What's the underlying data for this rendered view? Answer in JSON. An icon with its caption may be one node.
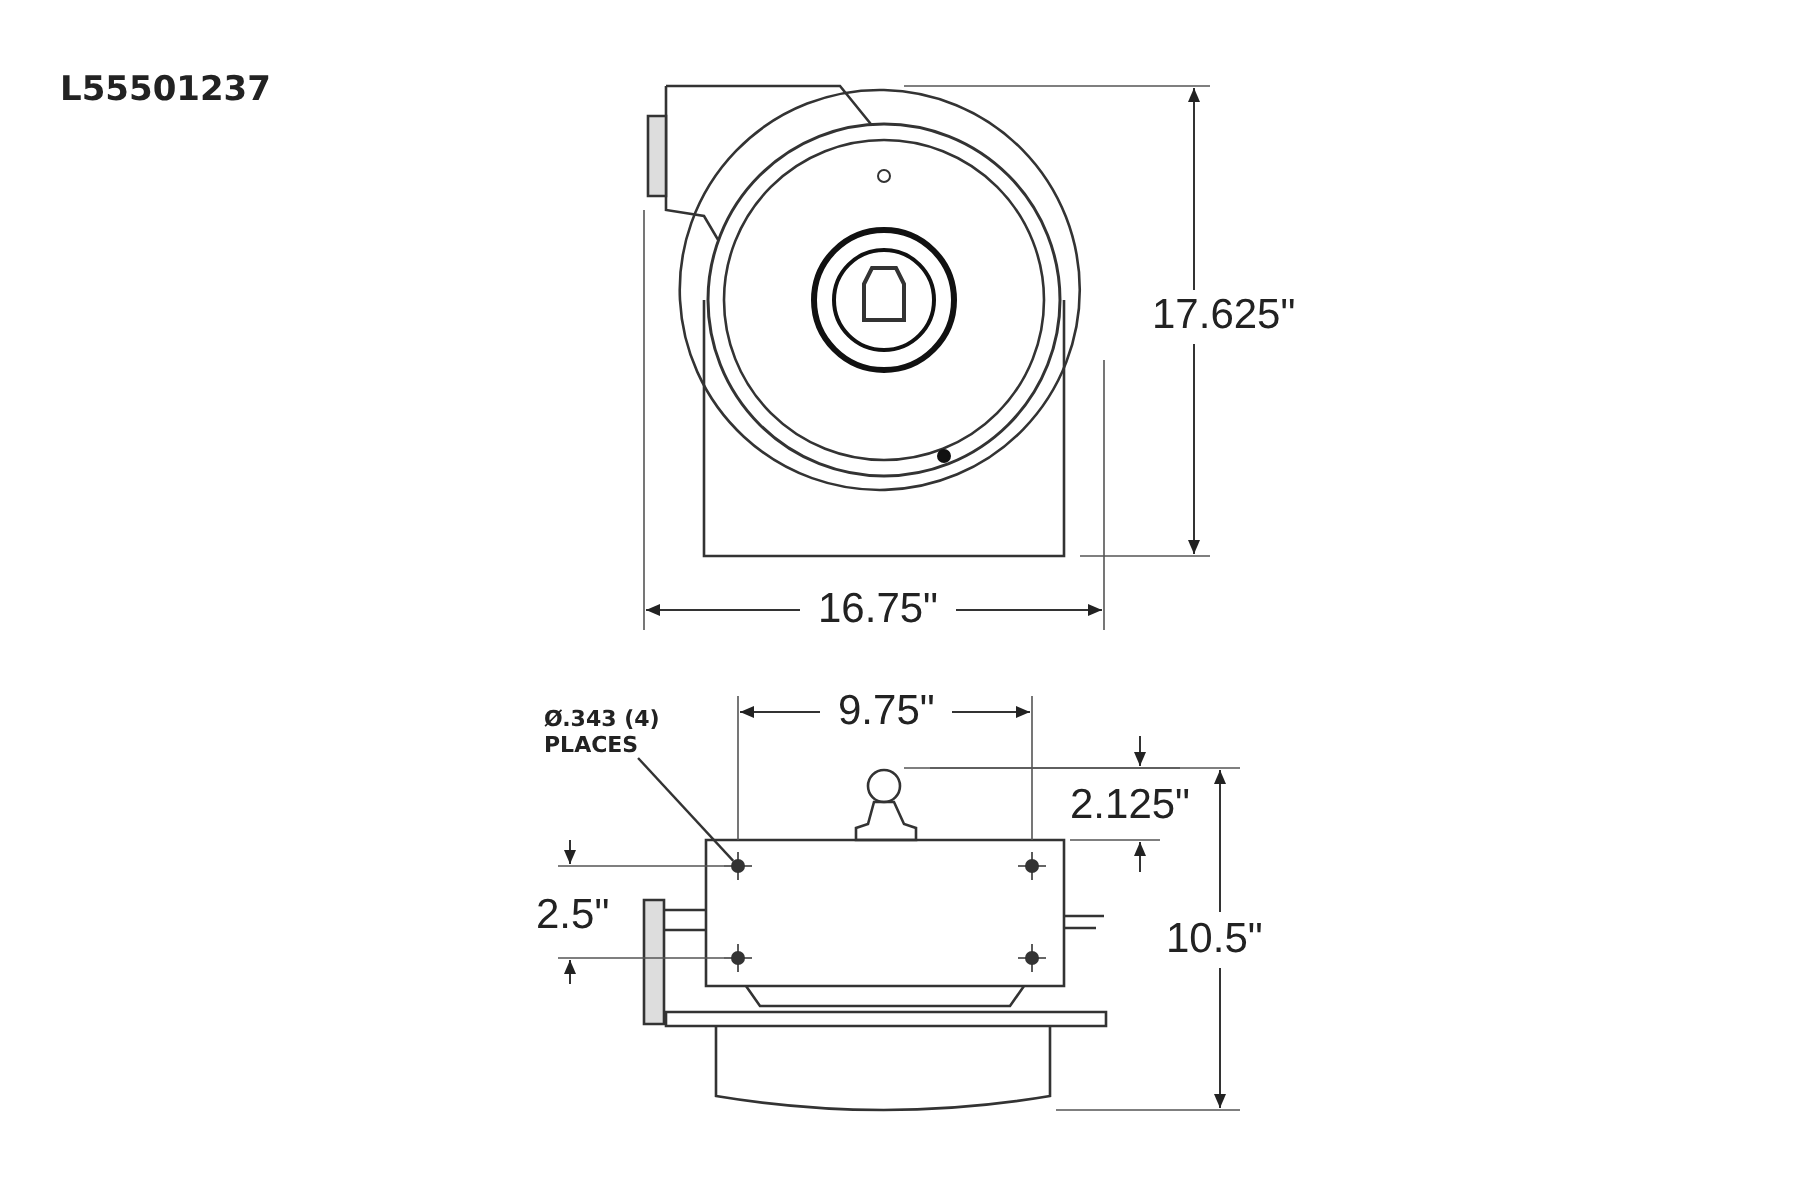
{
  "diagram": {
    "title": "L55501237",
    "nodes": [
      {
        "text": [
          "Ø.343 (4) PLACES"
        ]
      },
      {
        "text": [],
        "shape": "circle"
      }
    ],
    "edges": [
      {
        "from": 0,
        "to": 1,
        "arrow": "none"
      }
    ],
    "labels": [
      "17.625\"",
      "16.75\"",
      "9.75\"",
      "2.125\"",
      "2.5\"",
      "10.5\""
    ]
  }
}
